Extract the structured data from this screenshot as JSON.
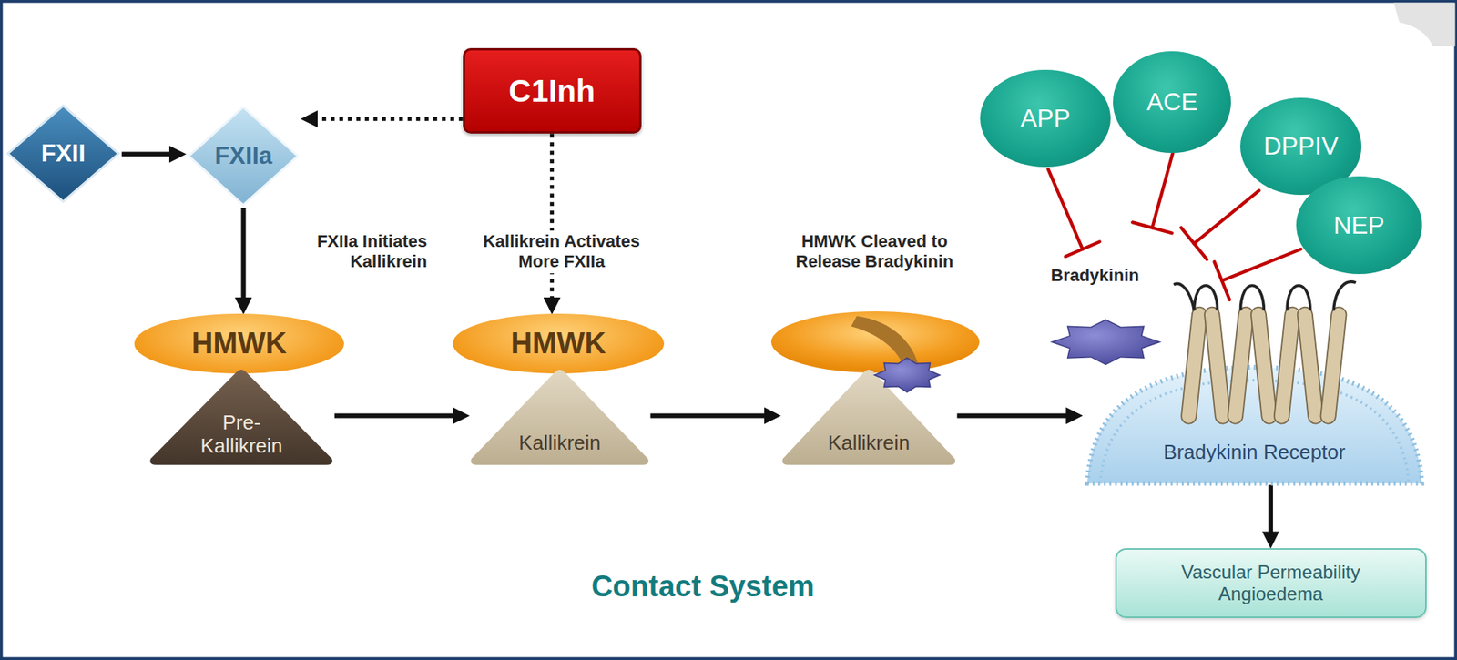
{
  "diagram": {
    "nodes": [
      {
        "text": [
          "FXII"
        ]
      },
      {
        "text": [
          "FXIIa"
        ]
      },
      {
        "text": [
          "C1Inh"
        ]
      },
      {
        "text": [
          "HMWK"
        ]
      },
      {
        "text": [
          "Pre- Kallikrein"
        ]
      },
      {
        "text": [
          "HMWK"
        ]
      },
      {
        "text": [
          "Kallikrein"
        ]
      },
      {
        "text": [
          "Kallikrein"
        ]
      },
      {
        "text": [
          "APP"
        ]
      },
      {
        "text": [
          "ACE"
        ]
      },
      {
        "text": [
          "DPPIV"
        ]
      },
      {
        "text": [
          "NEP"
        ]
      },
      {
        "text": [
          "Bradykinin Receptor"
        ]
      },
      {
        "text": [
          "Vascular Permeability Angioedema"
        ]
      }
    ],
    "edges": [
      {
        "from": 0,
        "to": 1,
        "arrow": "to"
      },
      {
        "from": 1,
        "to": 3,
        "arrow": "to"
      },
      {
        "from": 2,
        "to": 1,
        "arrow": "to"
      },
      {
        "from": 2,
        "to": 5,
        "arrow": "to"
      },
      {
        "from": 4,
        "to": 6,
        "arrow": "to"
      },
      {
        "from": 6,
        "to": 7,
        "arrow": "to"
      },
      {
        "from": 7,
        "to": 12,
        "arrow": "to"
      },
      {
        "from": 12,
        "to": 13,
        "arrow": "to"
      }
    ],
    "labels": [
      "FXIIa Initiates Kallikrein",
      "Kallikrein Activates More FXIIa",
      "HMWK Cleaved to Release Bradykinin",
      "Bradykinin",
      "Contact System"
    ]
  }
}
